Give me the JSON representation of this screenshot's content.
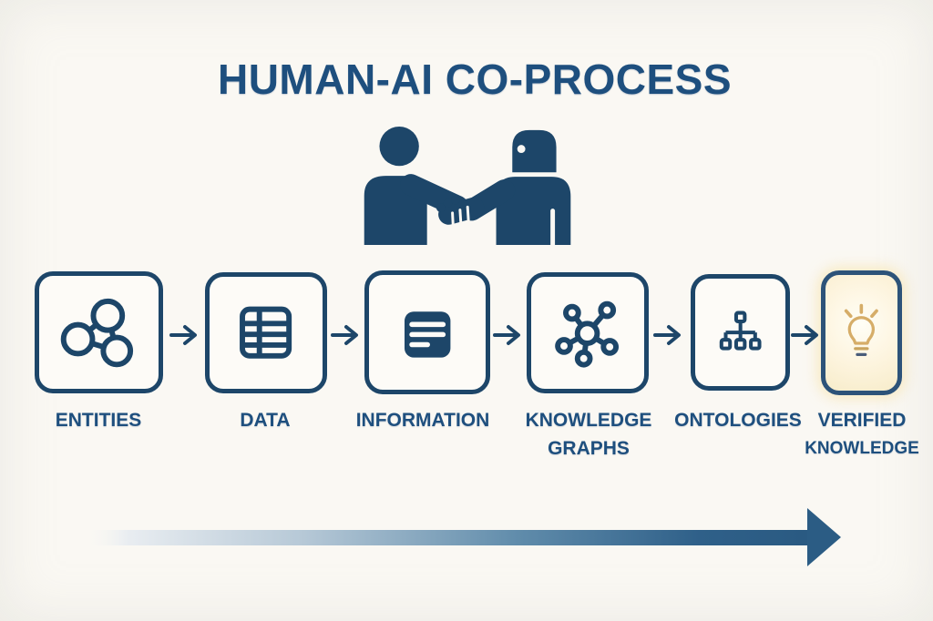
{
  "title": "HUMAN-AI CO-PROCESS",
  "illustration": {
    "name": "human-and-ai-robot-handshake",
    "parts": [
      "human-figure-icon",
      "robot-figure-icon",
      "handshake-hands-icon"
    ]
  },
  "steps": [
    {
      "id": "entities",
      "label": "ENTITIES",
      "icon": "network-nodes-icon"
    },
    {
      "id": "data",
      "label": "DATA",
      "icon": "data-table-icon"
    },
    {
      "id": "information",
      "label": "INFORMATION",
      "icon": "document-text-icon"
    },
    {
      "id": "knowledge-graphs",
      "label": "KNOWLEDGE",
      "label2": "GRAPHS",
      "icon": "hub-graph-icon"
    },
    {
      "id": "ontologies",
      "label": "ONTOLOGIES",
      "icon": "hierarchy-tree-icon"
    },
    {
      "id": "verified-knowledge",
      "label": "VERIFIED",
      "label2": "KNOWLEDGE",
      "icon": "lightbulb-icon",
      "highlighted": true
    }
  ],
  "colors": {
    "background": "#faf8f3",
    "navy": "#1d4669",
    "title_blue": "#1e4f7e",
    "gold": "#d6ad68",
    "glow_background": "#fdf4de",
    "gradient_arrow_dark": "#2b5c84"
  }
}
